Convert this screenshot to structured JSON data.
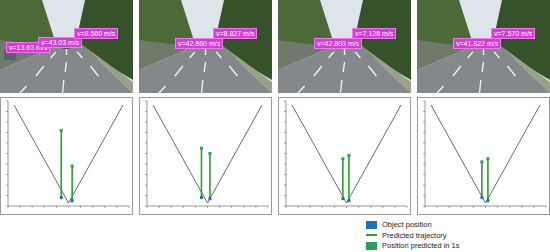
{
  "diagram": {
    "labels": [
      "v=13.63 m/s",
      "v=43.03 m/s",
      "v=8.560 m/s",
      "v=42.860 m/s",
      "v=8.827 m/s",
      "v=42.803 m/s",
      "v=7.126 m/s",
      "v=41.822 m/s",
      "v=7.570 m/s"
    ],
    "legend": [
      {
        "text": "Object position",
        "color": "#1f6fc0"
      },
      {
        "text": "Predicted trajectory"
      },
      {
        "text": "Position predicted in 1s",
        "color": "#2ca05a"
      }
    ]
  }
}
